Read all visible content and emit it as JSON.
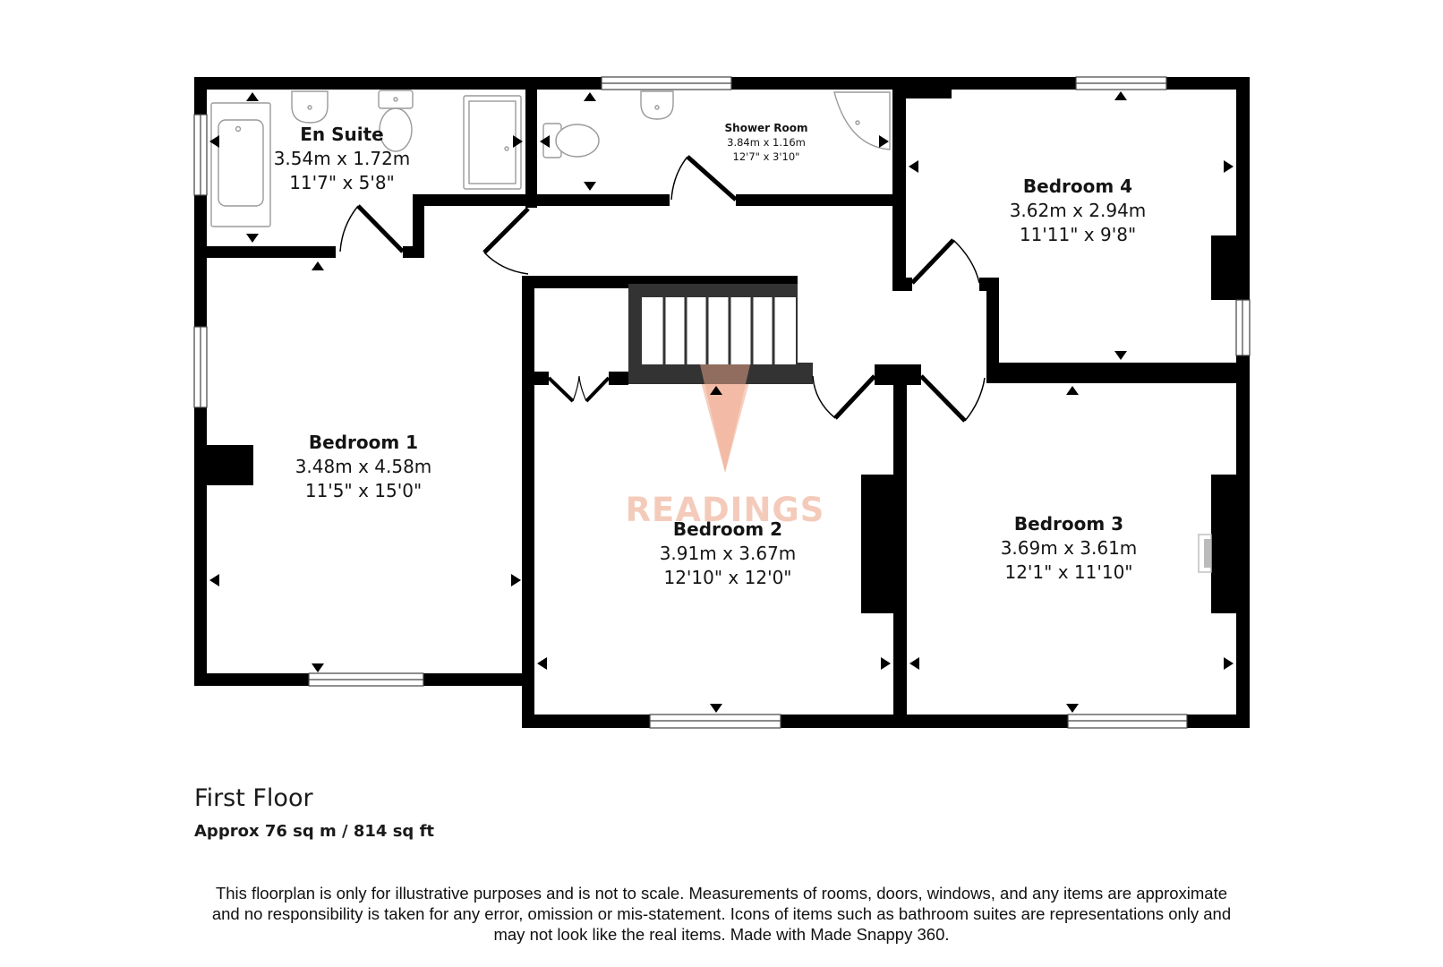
{
  "floor": {
    "title": "First Floor",
    "area": "Approx 76 sq m / 814 sq ft"
  },
  "rooms": [
    {
      "id": "en-suite",
      "name": "En Suite",
      "metric": "3.54m x 1.72m",
      "imperial": "11'7\" x 5'8\""
    },
    {
      "id": "shower-room",
      "name": "Shower Room",
      "metric": "3.84m x 1.16m",
      "imperial": "12'7\" x 3'10\""
    },
    {
      "id": "bedroom-4",
      "name": "Bedroom 4",
      "metric": "3.62m x 2.94m",
      "imperial": "11'11\" x 9'8\""
    },
    {
      "id": "bedroom-1",
      "name": "Bedroom 1",
      "metric": "3.48m x 4.58m",
      "imperial": "11'5\" x 15'0\""
    },
    {
      "id": "bedroom-2",
      "name": "Bedroom 2",
      "metric": "3.91m x 3.67m",
      "imperial": "12'10\" x 12'0\""
    },
    {
      "id": "bedroom-3",
      "name": "Bedroom 3",
      "metric": "3.69m x 3.61m",
      "imperial": "12'1\" x 11'10\""
    }
  ],
  "watermark": {
    "brand": "READINGS",
    "logo_letter": "R",
    "color": "#f0a88c"
  },
  "colors": {
    "wall": "#000000",
    "stairs": "#333333",
    "fixture_outline": "#9a9a9a",
    "background": "#ffffff"
  },
  "disclaimer": {
    "line1": "This floorplan is only for illustrative purposes and is not to scale. Measurements of rooms, doors, windows, and any items are approximate",
    "line2": "and no responsibility is taken for any error, omission or mis-statement. Icons of items such as bathroom suites are representations only and",
    "line3": "may not look like the real items. Made with Made Snappy 360."
  }
}
